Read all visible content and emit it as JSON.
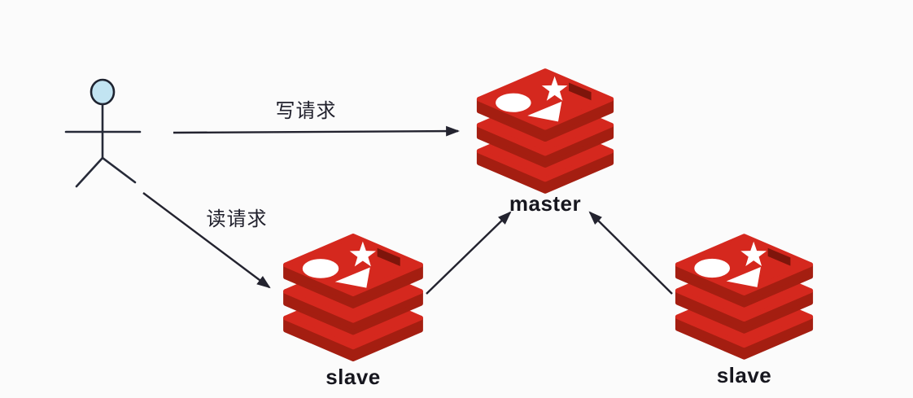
{
  "diagram_title": "redis-master-slave-replication",
  "colors": {
    "background": "#fbfbfb",
    "line": "#23232f",
    "actor_head_fill": "#c2e4f2",
    "redis_top": "#d5281e",
    "redis_side": "#a41e11",
    "redis_notch": "#7e150b",
    "redis_shapes": "#ffffff",
    "label_text": "#17171f"
  },
  "nodes": {
    "actor": {
      "type": "stick-figure-client"
    },
    "master": {
      "label": "master"
    },
    "slave_left": {
      "label": "slave"
    },
    "slave_right": {
      "label": "slave"
    }
  },
  "edges": {
    "write": {
      "from": "actor",
      "to": "master",
      "label": "写请求"
    },
    "read": {
      "from": "actor",
      "to": "slave_left",
      "label": "读请求"
    },
    "slave_left_to_master": {
      "from": "slave_left",
      "to": "master",
      "label": ""
    },
    "slave_right_to_master": {
      "from": "slave_right",
      "to": "master",
      "label": ""
    }
  }
}
